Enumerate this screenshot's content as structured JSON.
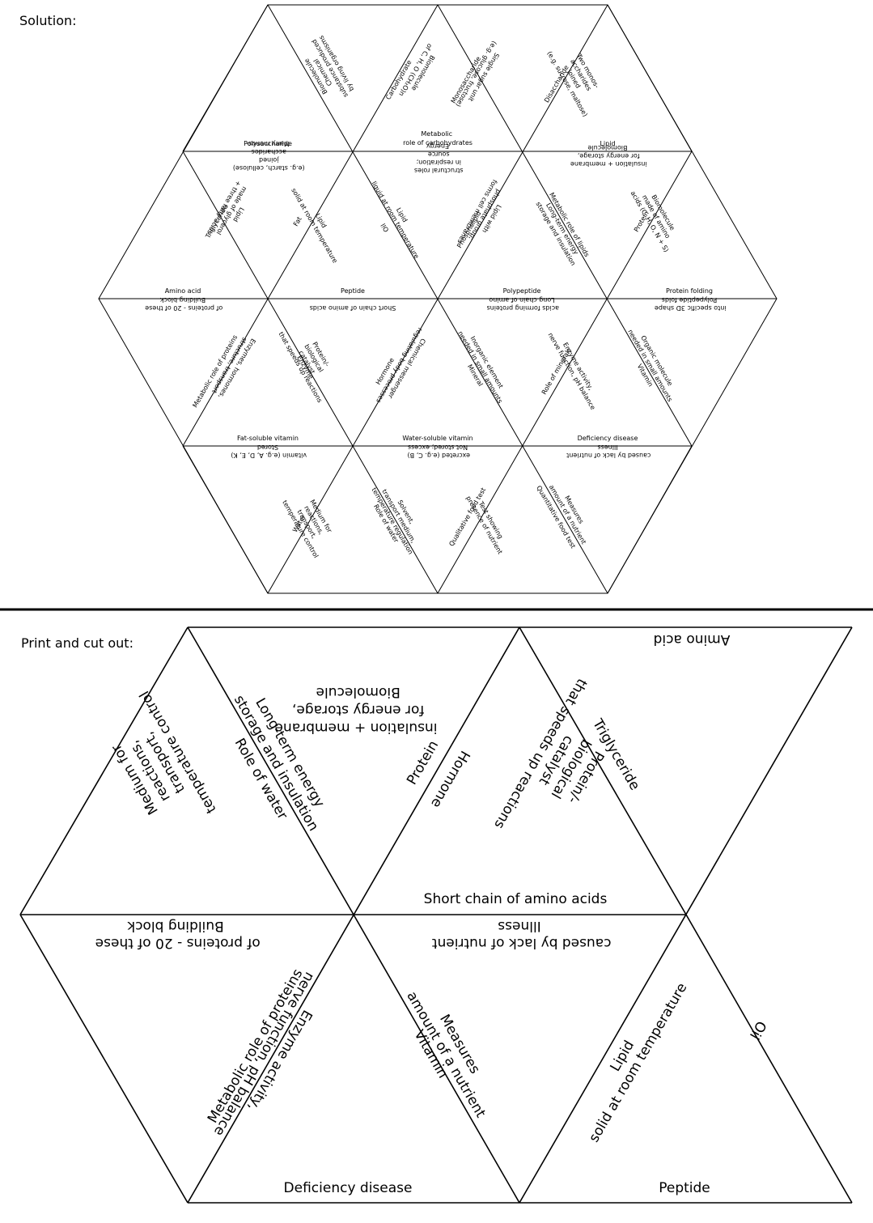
{
  "solution": {
    "heading": "Solution:",
    "labels": {
      "biomolecule": [
        "Biomolecule",
        "Chemical",
        "substance produced",
        "by living organisms"
      ],
      "polysaccharide": "Polysaccharide",
      "carbohydrate": [
        "Carbohydrate",
        "Biomolecule",
        "of C, H, O (CH₂O)n"
      ],
      "monosaccharide": [
        "Monosaccharide",
        "Single sugar unit",
        "(e.g. glucose, fructose)"
      ],
      "metabolic_carbs": [
        "Metabolic",
        "role of carbohydrates"
      ],
      "disaccharide": [
        "Disaccharide",
        "Two monos-",
        "accharides",
        "joined",
        "(e.g. sucrose, maltose)"
      ],
      "lipid_top": "Lipid",
      "many_mono": [
        "Many monos-",
        "accharides",
        "joined",
        "(e.g. starch, cellulose)"
      ],
      "energy_source": [
        "Energy",
        "source",
        "in respiration;",
        "structural roles"
      ],
      "biomolecule_lipid": [
        "Biomolecule",
        "for energy storage,",
        "insulation + membrane"
      ],
      "triglyceride": [
        "Triglyceride",
        "Lipid",
        "made of glycerol",
        "+ three fatty acids"
      ],
      "fat": [
        "Fat",
        "Lipid",
        "solid at room temperature"
      ],
      "oil": [
        "Oil",
        "Lipid",
        "liquid at room temperature"
      ],
      "phospholipid": [
        "Phospholipid",
        "Lipid with",
        "phosphate group;",
        "forms cell membranes"
      ],
      "metabolic_lipids": [
        "Metabolic role of lipids",
        "Long-term energy",
        "storage and insulation"
      ],
      "protein": [
        "Protein",
        "Biomolecule",
        "made of amino",
        "acids (C, H, O, N + S)"
      ],
      "amino_acid": "Amino acid",
      "peptide": "Peptide",
      "polypeptide": "Polypeptide",
      "protein_folding": "Protein folding",
      "building_block": [
        "Building block",
        "of proteins - 20 of these"
      ],
      "short_chain": "Short chain of amino acids",
      "long_chain": [
        "Long chain of amino",
        "acids forming proteins"
      ],
      "polypeptide_folds": [
        "Polypeptide folds",
        "into specific 3D shape"
      ],
      "metabolic_proteins": [
        "Metabolic role of proteins",
        "Enzymes, hormones,",
        "structure, transport"
      ],
      "enzyme": [
        "Enzyme",
        "Protein/-",
        "biological",
        "catalyst",
        "that speeds up reactions"
      ],
      "hormone": [
        "Hormone",
        "Chemical messenger",
        "regulating body processes"
      ],
      "mineral": [
        "Mineral",
        "Inorganic element",
        "needed in small amounts"
      ],
      "role_minerals": [
        "Role of minerals",
        "Enzyme activity,",
        "nerve function, pH balance"
      ],
      "vitamin": [
        "Vitamin",
        "Organic molecule",
        "needed in small amounts"
      ],
      "fat_soluble": "Fat-soluble vitamin",
      "water_soluble": "Water-soluble vitamin",
      "deficiency_disease": "Deficiency disease",
      "stored_vitamin": [
        "Stored",
        "vitamin (e.g. A, D, E, K)"
      ],
      "not_stored": [
        "Not stored; excess",
        "excreted (e.g. C, B)"
      ],
      "illness": [
        "Illness",
        "caused by lack of nutrient"
      ],
      "water": [
        "Water",
        "Medium for",
        "reactions,",
        "transport,",
        "temperature control"
      ],
      "role_water": [
        "Role of water",
        "Solvent,",
        "transport medium,",
        "temperature regulation"
      ],
      "qualitative": [
        "Qualitative food test",
        "Test showing",
        "presence of nutrient"
      ],
      "quantitative": [
        "Quantitative food test",
        "Measures",
        "amount of a nutrient"
      ]
    }
  },
  "cutout": {
    "heading": "Print and cut out:",
    "water_def": [
      "Medium for",
      "reactions,",
      "transport,",
      "temperature control"
    ],
    "role_of_water": "Role of water",
    "long_term": [
      "Long-term energy",
      "storage and insulation"
    ],
    "biomolecule_lipid": [
      "Biomolecule",
      "for energy storage,",
      "insulation + membrane"
    ],
    "protein": "Protein",
    "hormone": "Hormone",
    "enzyme_def": [
      "Protein/-",
      "biological",
      "catalyst",
      "that speeds up reactions"
    ],
    "triglyceride": "Triglyceride",
    "amino_acid": "Amino acid",
    "short_chain": "Short chain of amino acids",
    "building_block": [
      "Building block",
      "of proteins - 20 of these"
    ],
    "metabolic_proteins": "Metabolic role of proteins",
    "enzyme_activity": [
      "Enzyme activity,",
      "nerve function, pH balance"
    ],
    "vitamin": "Vitamin",
    "measures": [
      "Measures",
      "amount of a nutrient"
    ],
    "illness": [
      "Illness",
      "caused by lack of nutrient"
    ],
    "deficiency_disease": "Deficiency disease",
    "lipid_solid": [
      "Lipid",
      "solid at room temperature"
    ],
    "oil": "Oil",
    "peptide": "Peptide"
  }
}
